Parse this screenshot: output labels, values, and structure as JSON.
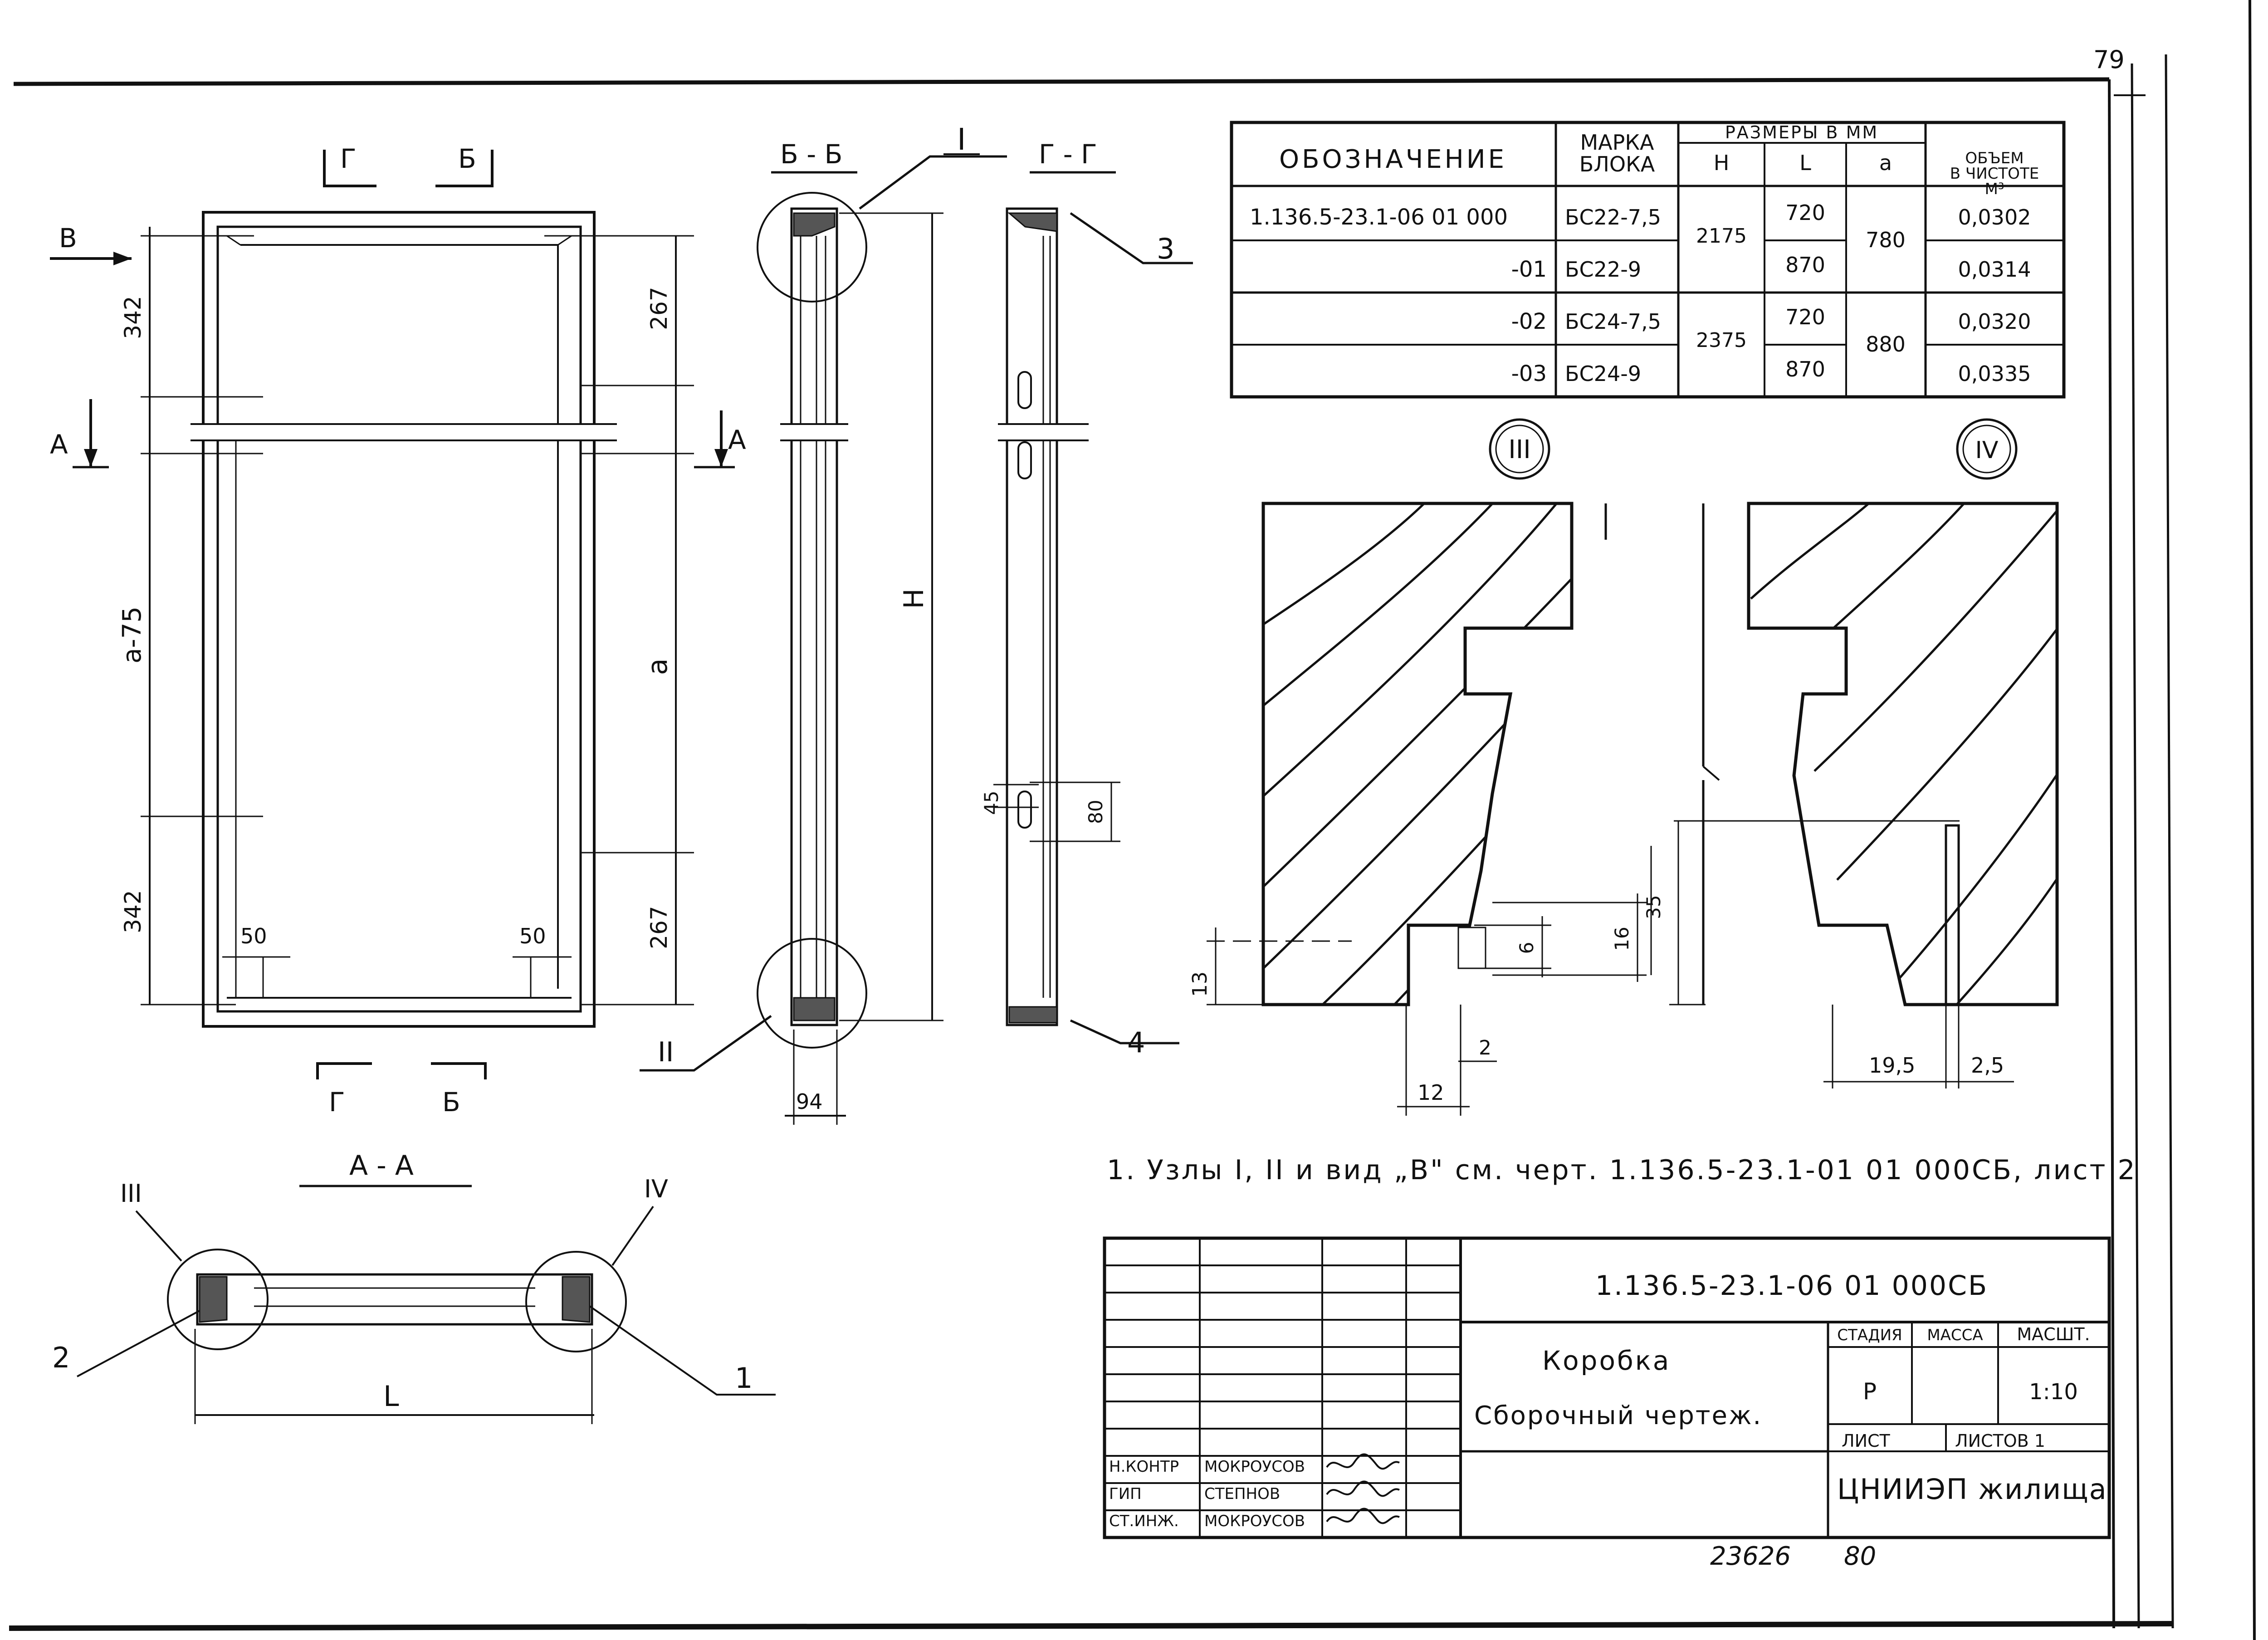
{
  "page_number": "79",
  "views": {
    "main": {
      "section_g": "Г",
      "section_b": "Б",
      "view_v": "В",
      "section_a": "А",
      "dim_top": "342",
      "dim_top_inner": "267",
      "dim_mid": "a-75",
      "dim_a": "a",
      "dim_bottom": "342",
      "dim_bottom_inner": "267",
      "dim_50_left": "50",
      "dim_50_right": "50"
    },
    "bb": {
      "title": "Б - Б",
      "callout_1": "I",
      "callout_2": "II",
      "dim_width": "94"
    },
    "gg": {
      "title": "Г - Г",
      "callout_3": "3",
      "callout_4": "4",
      "dim_h": "H",
      "dim_45": "45",
      "dim_80": "80"
    },
    "aa": {
      "title": "А - А",
      "node_3": "III",
      "node_4": "IV",
      "callout_2": "2",
      "callout_1": "1",
      "dim_l": "L"
    },
    "node_iii": {
      "label": "III",
      "dim_13": "13",
      "dim_16": "16",
      "dim_35": "35",
      "dim_6": "6",
      "dim_2": "2",
      "dim_12": "12"
    },
    "node_iv": {
      "label": "IV",
      "dim_19_5": "19,5",
      "dim_2_5": "2,5"
    }
  },
  "table": {
    "header": {
      "designation": "ОБОЗНАЧЕНИЕ",
      "mark": "МАРКА\nБЛОКА",
      "sizes": "РАЗМЕРЫ В ММ",
      "h": "H",
      "l": "L",
      "a": "a",
      "volume": "ОБЪЕМ\nВ ЧИСТОТЕ\nМ³"
    },
    "rows": [
      {
        "designation": "1.136.5-23.1-06 01 000",
        "mark": "БС22-7,5",
        "h": "2175",
        "l": "720",
        "a": "780",
        "volume": "0,0302"
      },
      {
        "designation": "-01",
        "mark": "БС22-9",
        "h": "",
        "l": "870",
        "a": "",
        "volume": "0,0314"
      },
      {
        "designation": "-02",
        "mark": "БС24-7,5",
        "h": "2375",
        "l": "720",
        "a": "880",
        "volume": "0,0320"
      },
      {
        "designation": "-03",
        "mark": "БС24-9",
        "h": "",
        "l": "870",
        "a": "",
        "volume": "0,0335"
      }
    ]
  },
  "note": "1. Узлы I, II и вид „В\" см. черт. 1.136.5-23.1-01 01 000СБ, лист 2",
  "title_block": {
    "code": "1.136.5-23.1-06 01 000СБ",
    "name_1": "Коробка",
    "name_2": "Сборочный чертеж.",
    "stage_label": "СТАДИЯ",
    "mass_label": "МАССА",
    "scale_label": "МАСШТ.",
    "stage": "Р",
    "scale": "1:10",
    "sheet_label": "ЛИСТ",
    "sheets_label": "ЛИСТОВ 1",
    "org": "ЦНИИЭП жилища",
    "roles": [
      {
        "role": "Н.КОНТР",
        "name": "МОКРОУСОВ"
      },
      {
        "role": "ГИП",
        "name": "СТЕПНОВ"
      },
      {
        "role": "СТ.ИНЖ.",
        "name": "МОКРОУСОВ"
      }
    ]
  },
  "stamp_number": "23626",
  "stamp_page": "80"
}
